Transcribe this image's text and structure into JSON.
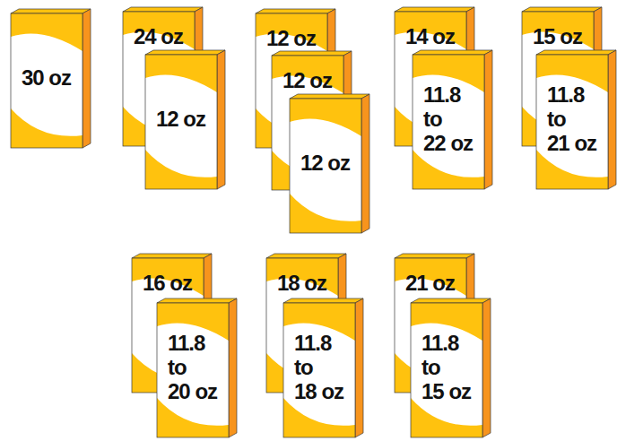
{
  "diagram": {
    "nodes": [
      {
        "text": [
          "30 oz"
        ]
      },
      {
        "text": [
          "24 oz"
        ]
      },
      {
        "text": [
          "12 oz"
        ]
      },
      {
        "text": [
          "12 oz"
        ]
      },
      {
        "text": [
          "12 oz"
        ]
      },
      {
        "text": [
          "12 oz"
        ]
      },
      {
        "text": [
          "14 oz"
        ]
      },
      {
        "text": [
          "11.8 to 22 oz"
        ]
      },
      {
        "text": [
          "15 oz"
        ]
      },
      {
        "text": [
          "11.8 to 21 oz"
        ]
      },
      {
        "text": [
          "16 oz"
        ]
      },
      {
        "text": [
          "11.8 to 20 oz"
        ]
      },
      {
        "text": [
          "18 oz"
        ]
      },
      {
        "text": [
          "11.8 to 18 oz"
        ]
      },
      {
        "text": [
          "21 oz"
        ]
      },
      {
        "text": [
          "11.8 to 15 oz"
        ]
      }
    ]
  }
}
